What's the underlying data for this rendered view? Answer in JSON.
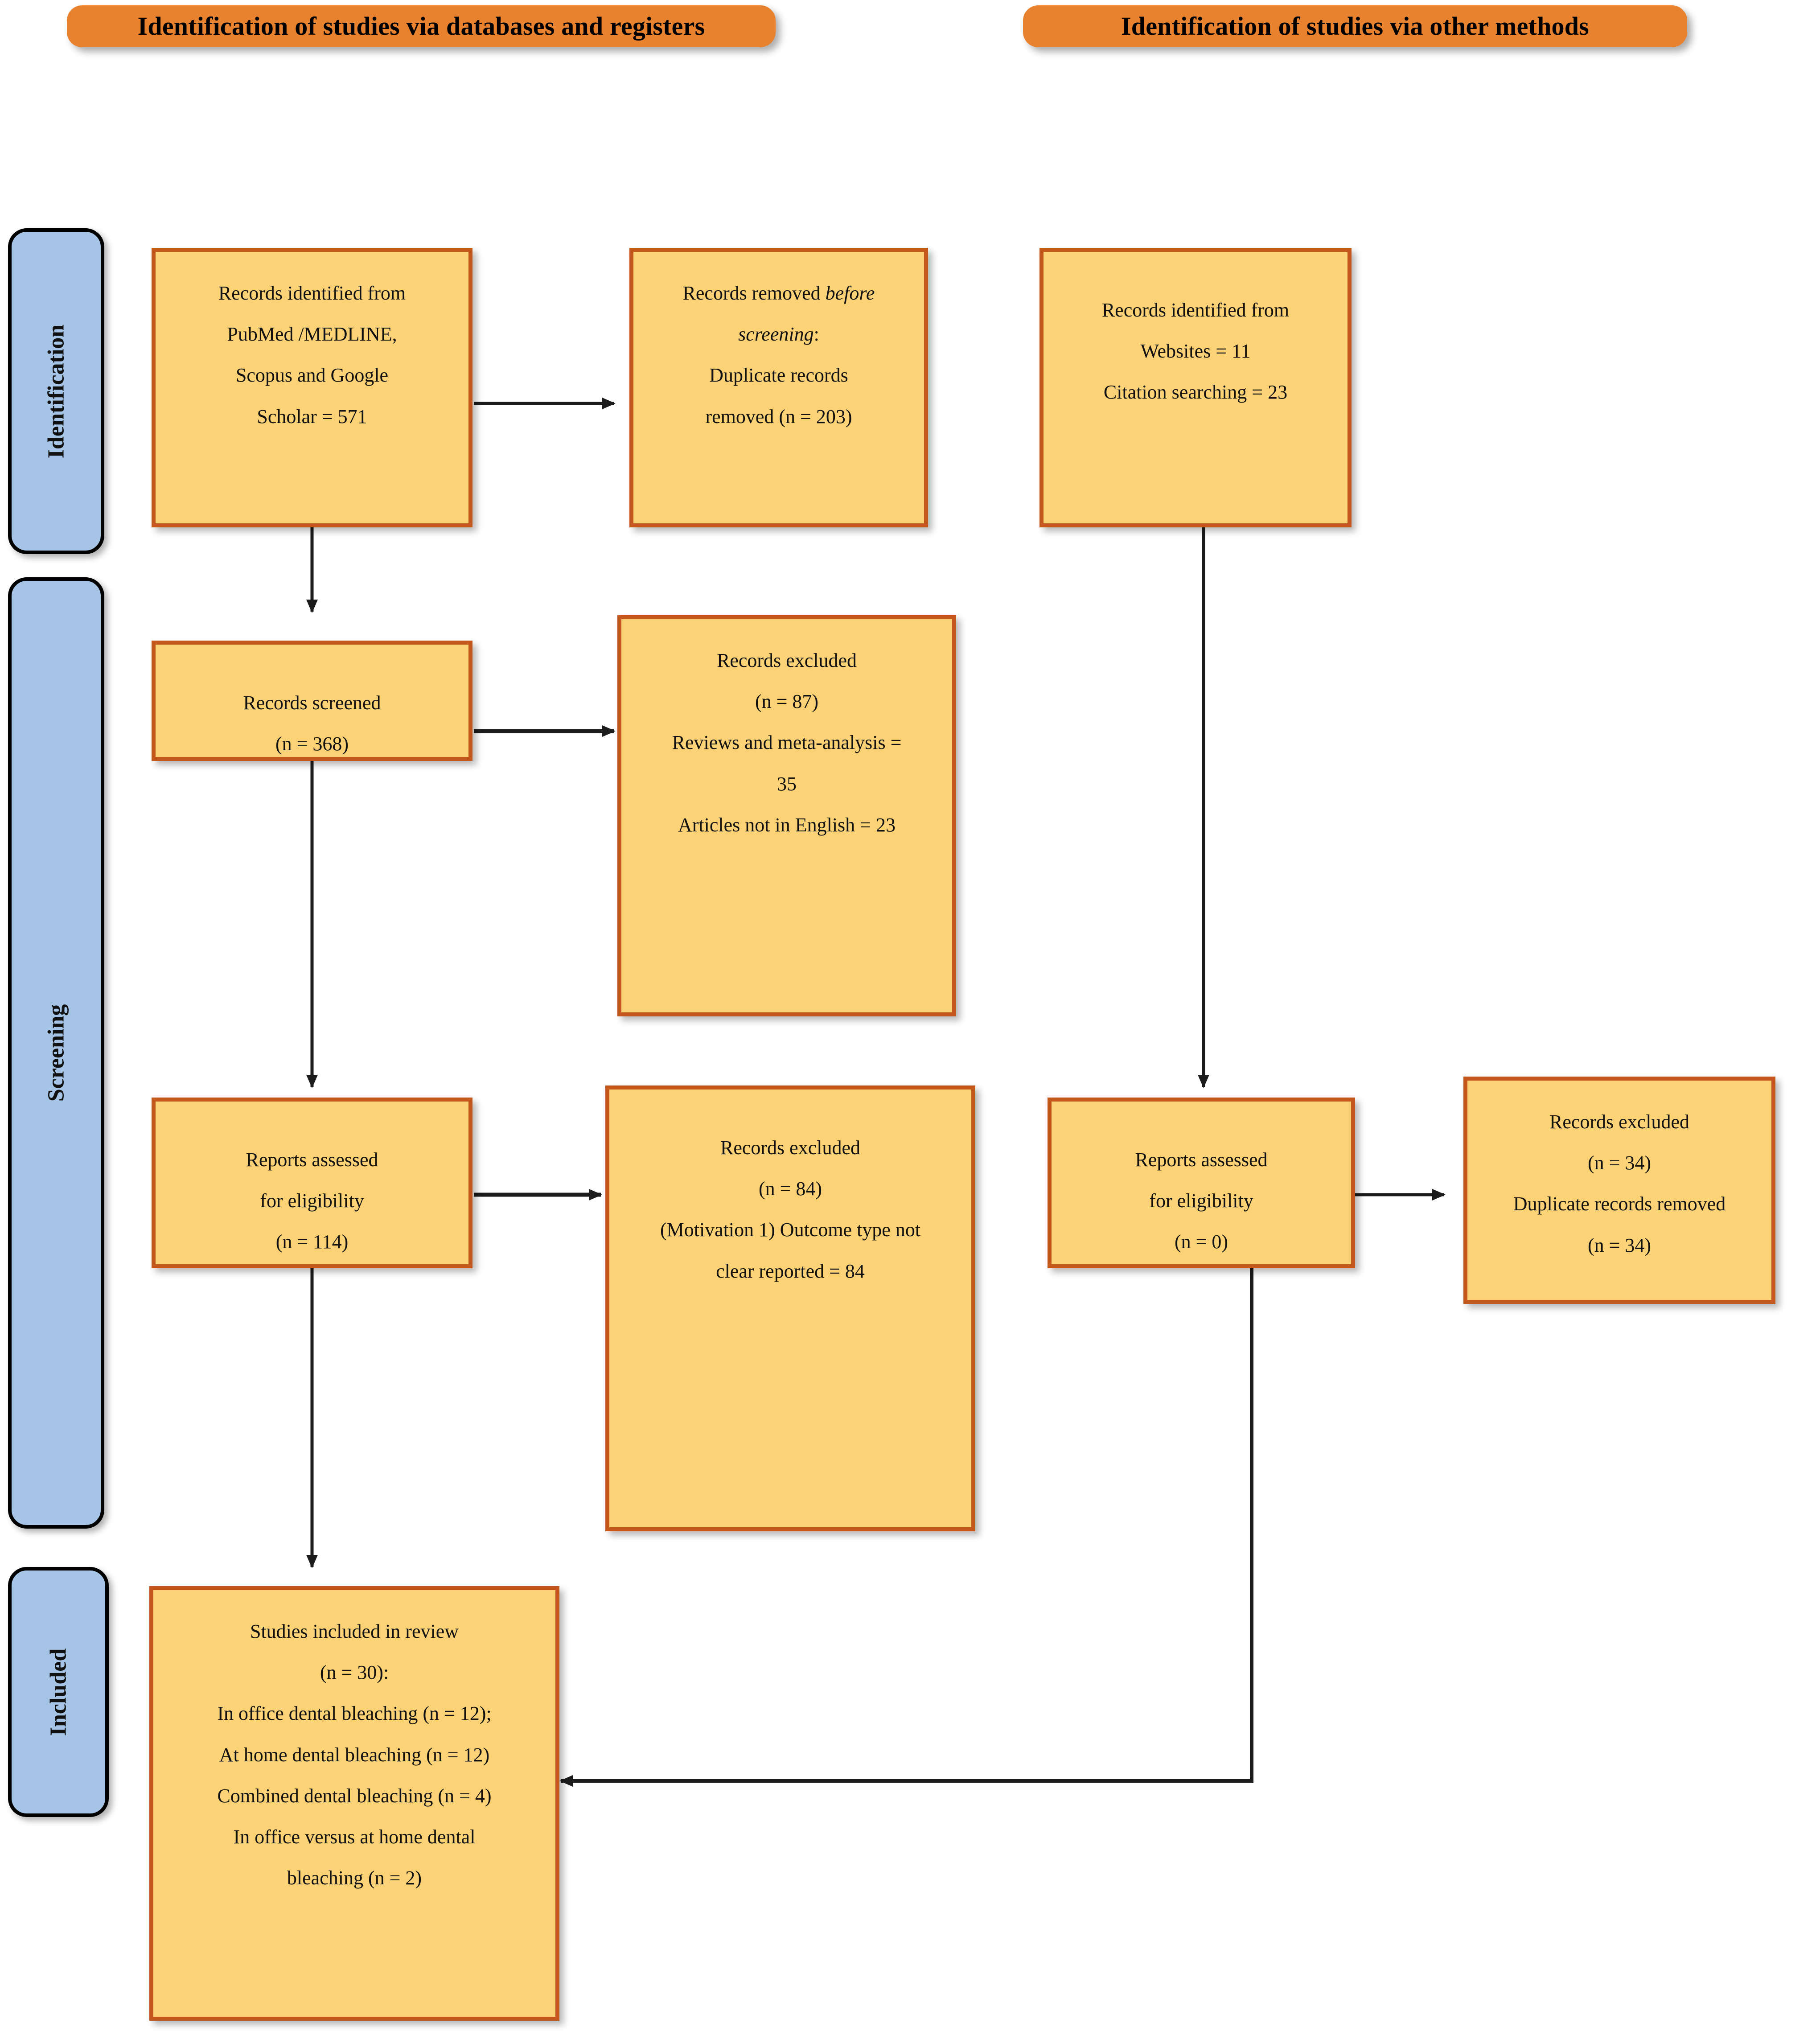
{
  "headers": [
    {
      "id": "databases-registers",
      "label": "Identification of studies via databases and registers"
    },
    {
      "id": "other-methods",
      "label": "Identification of studies via other methods"
    }
  ],
  "stages": [
    {
      "id": "identification",
      "label": "Identification"
    },
    {
      "id": "screening",
      "label": "Screening"
    },
    {
      "id": "included",
      "label": "Included"
    }
  ],
  "boxes": {
    "records_identified_db": {
      "lines": [
        "Records identified from",
        "PubMed /MEDLINE,",
        "Scopus and Google",
        "Scholar = 571"
      ]
    },
    "records_removed_before_screening": {
      "line1_plain": "Records removed ",
      "line1_italic": "before",
      "line2_italic": "screening",
      "line2_plain": ":",
      "lines_rest": [
        "Duplicate records",
        "removed (n = 203)"
      ]
    },
    "records_identified_other": {
      "lines": [
        "Records identified from",
        "Websites = 11",
        "Citation searching = 23"
      ]
    },
    "records_screened": {
      "lines": [
        "Records screened",
        "(n = 368)"
      ]
    },
    "records_excluded_screening": {
      "lines": [
        "Records excluded",
        "(n = 87)",
        "Reviews and meta-analysis =",
        "35",
        "Articles not in English = 23"
      ]
    },
    "reports_assessed_db": {
      "lines": [
        "Reports assessed",
        "for eligibility",
        "(n = 114)"
      ]
    },
    "records_excluded_eligibility": {
      "lines": [
        "Records excluded",
        "(n = 84)",
        "(Motivation 1) Outcome type not",
        "clear reported    = 84"
      ]
    },
    "reports_assessed_other": {
      "lines": [
        "Reports assessed",
        "for eligibility",
        "(n = 0)"
      ]
    },
    "records_excluded_other": {
      "lines": [
        "Records excluded",
        "(n = 34)",
        "Duplicate records removed",
        "(n = 34)"
      ]
    },
    "studies_included": {
      "lines": [
        "Studies included in review",
        "(n = 30):",
        "In office dental bleaching (n = 12);",
        "At home dental bleaching (n = 12)",
        "Combined dental bleaching (n = 4)",
        "In office versus at home dental",
        "bleaching (n = 2)"
      ]
    }
  },
  "colors": {
    "header_fill": "#E8822E",
    "box_fill": "#FCD277",
    "box_border": "#C4571B",
    "stage_fill": "#A5C4E6",
    "stage_border": "#000000",
    "connector": "#222222",
    "page_background": "#FFFFFF"
  }
}
